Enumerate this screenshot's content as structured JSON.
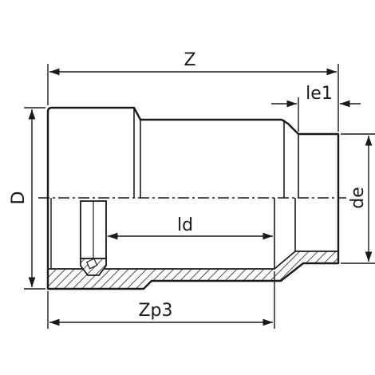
{
  "drawing": {
    "labels": {
      "overall_length": "Z",
      "spigot_insertion": "le1",
      "outer_diameter_socket": "D",
      "outer_diameter_spigot": "de",
      "socket_depth": "ld",
      "socket_length": "Zp3"
    }
  }
}
